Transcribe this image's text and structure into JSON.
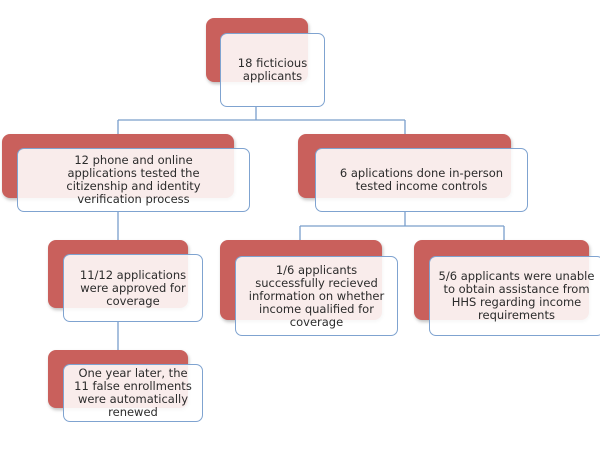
{
  "diagram": {
    "type": "hierarchy",
    "colors": {
      "accent_back": "#c9605c",
      "border": "#7fa3d0",
      "connector": "#7a9fcb",
      "text": "#2b2b2b"
    },
    "nodes": {
      "root": {
        "text": "18 ficticious applicants"
      },
      "phone_online": {
        "text": "12 phone and online applications tested the citizenship and identity verification process"
      },
      "in_person": {
        "text": "6 aplications done in-person tested income controls"
      },
      "approved": {
        "text": "11/12 applications were approved for coverage"
      },
      "renewed": {
        "text": "One year later, the 11 false enrollments were automatically renewed"
      },
      "received_info": {
        "text": "1/6 applicants successfully recieved information on whether income qualified for coverage"
      },
      "unable": {
        "text": "5/6 applicants were unable to obtain assistance from HHS regarding income requirements"
      }
    },
    "edges": [
      [
        "root",
        "phone_online"
      ],
      [
        "root",
        "in_person"
      ],
      [
        "phone_online",
        "approved"
      ],
      [
        "approved",
        "renewed"
      ],
      [
        "in_person",
        "received_info"
      ],
      [
        "in_person",
        "unable"
      ]
    ]
  }
}
